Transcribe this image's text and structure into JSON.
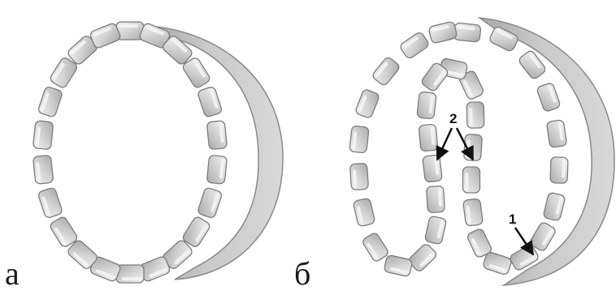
{
  "panels": [
    {
      "label": "а"
    },
    {
      "label": "б"
    }
  ],
  "callouts": [
    {
      "text": "2"
    },
    {
      "text": "1"
    }
  ],
  "colors": {
    "segment_fill": "#d3d3d3",
    "segment_stroke": "#7d7d7d",
    "highlight": "#f4f4f4",
    "shell_fill": "#bdbdbd",
    "arrow": "#111111"
  }
}
